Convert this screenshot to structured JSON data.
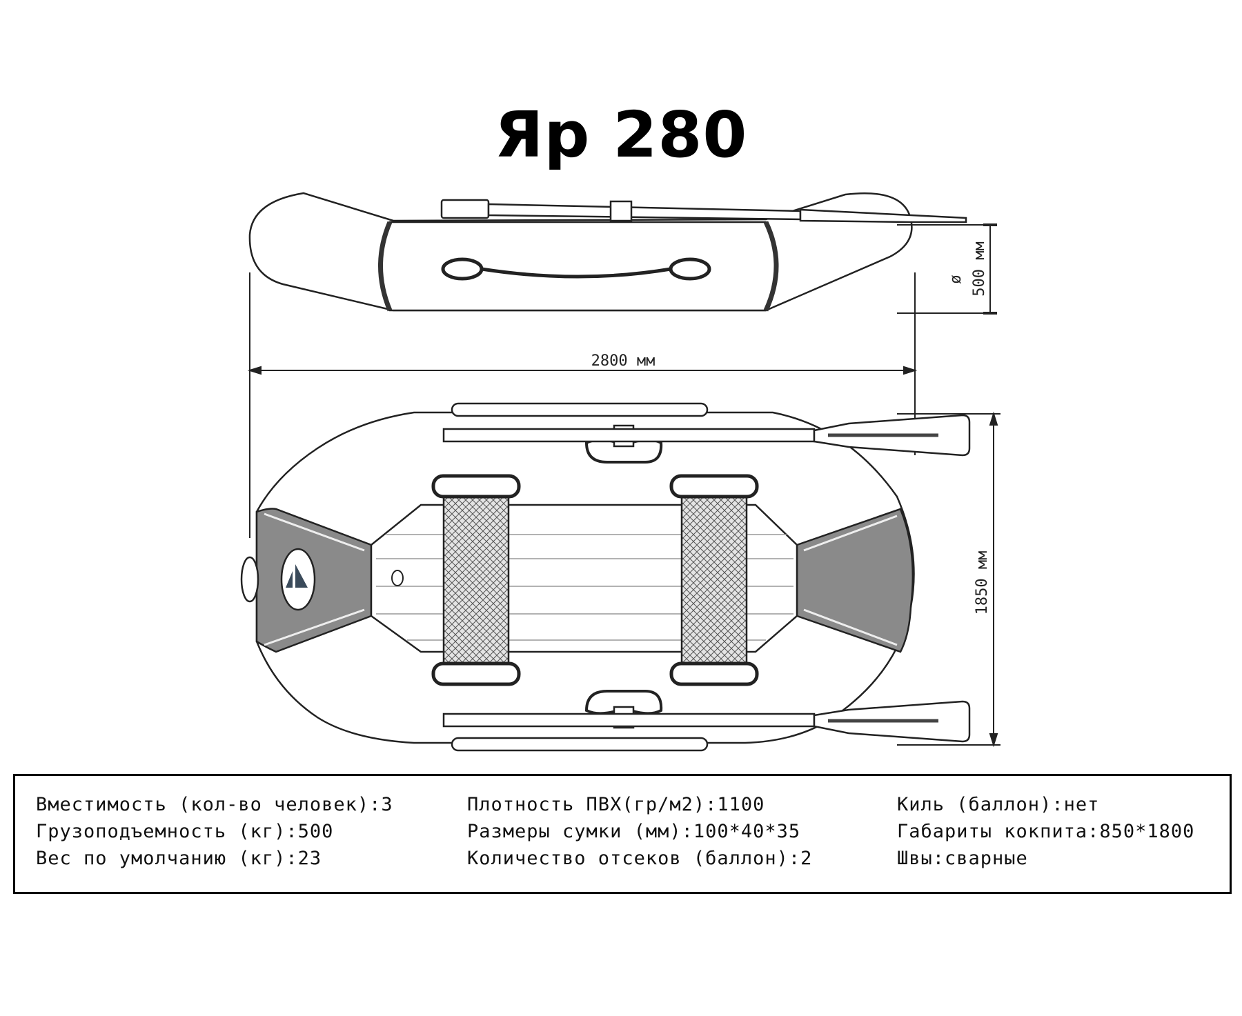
{
  "title": "Яр 280",
  "dimensions": {
    "length": "2800 мм",
    "width": "1850 мм",
    "diameter_symbol": "ø",
    "diameter": "500 мм"
  },
  "specs": {
    "column1": [
      "Вместимость (кол-во человек):3",
      "Грузоподъемность (кг):500",
      "Вес по умолчанию (кг):23"
    ],
    "column2": [
      "Плотность ПВХ(гр/м2):1100",
      "Размеры сумки (мм):100*40*35",
      "Количество отсеков (баллон):2"
    ],
    "column3": [
      "Киль (баллон):нет",
      "Габариты кокпита:850*1800",
      "Швы:сварные"
    ]
  },
  "colors": {
    "line": "#222222",
    "grey_panel": "#8a8a8a",
    "seat_fill": "#d6d6d6"
  }
}
